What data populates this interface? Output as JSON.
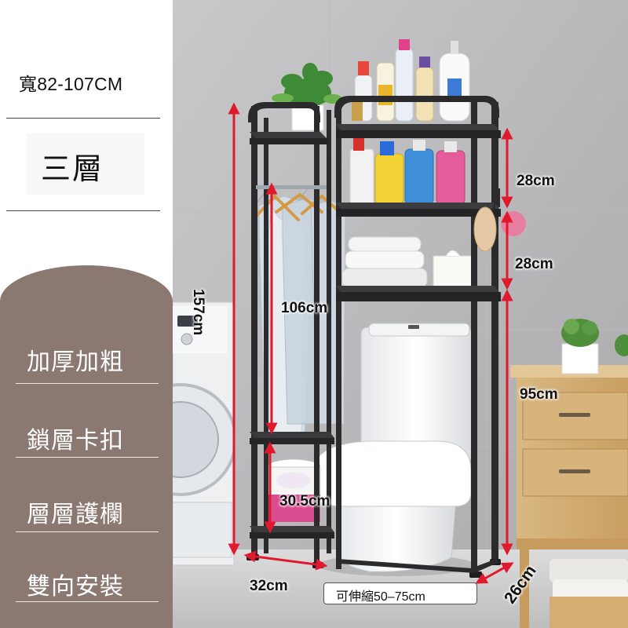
{
  "left_panel": {
    "width_range": "寬82-107CM",
    "tier": "三層",
    "features": [
      "加厚加粗",
      "鎖層卡扣",
      "層層護欄",
      "雙向安裝"
    ]
  },
  "dimensions": {
    "total_height": "157cm",
    "hanging_height": "106cm",
    "shelf_gap_top": "28cm",
    "shelf_gap_middle": "28cm",
    "toilet_clearance": "95cm",
    "bottom_gap": "30.5cm",
    "side_width": "32cm",
    "depth": "26cm",
    "extendable": "可伸縮50–75cm"
  },
  "colors": {
    "arch_panel": "#8a7871",
    "frame": "#2b2b2d",
    "dimension_line": "#e0192d"
  }
}
